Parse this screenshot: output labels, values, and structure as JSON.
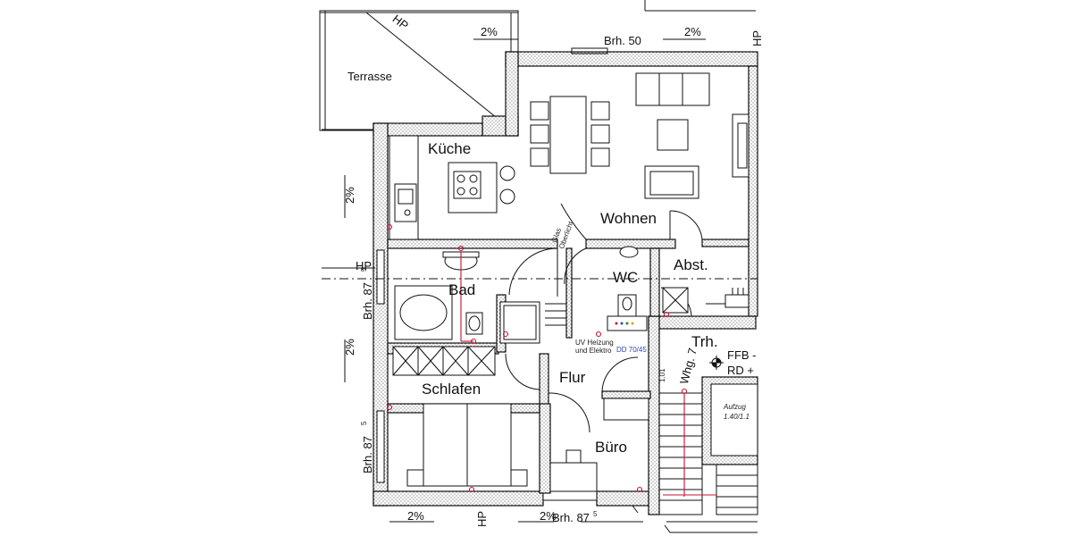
{
  "rooms": {
    "terrasse": "Terrasse",
    "kueche": "Küche",
    "wohnen": "Wohnen",
    "bad": "Bad",
    "wc": "WC",
    "abst": "Abst.",
    "trh": "Trh.",
    "flur": "Flur",
    "schlafen": "Schlafen",
    "buero": "Büro"
  },
  "annotations": {
    "hp_top_left": "HP",
    "hp_top_right": "HP",
    "hp_left": "HP",
    "hp_bottom": "HP",
    "slope_terrace": "2%",
    "slope_top_right": "2%",
    "slope_left_upper": "2%",
    "slope_left_lower": "2%",
    "slope_bottom_left": "2%",
    "slope_bottom_mid": "2%",
    "brh_top": "Brh. 50",
    "brh_left_upper": "Brh. 87",
    "brh_left_upper_sup": "5",
    "brh_left_lower": "Brh. 87",
    "brh_left_lower_sup": "5",
    "brh_bottom": "Brh. 87",
    "brh_bottom_sup": "5",
    "glass_line1": "Glas",
    "glass_line2": "Oberlicht",
    "uv_line1": "UV Heizung",
    "uv_line2": "und Elektro",
    "dd": "DD 70/45",
    "wohnung": "Whg. 7",
    "door_no": "1.01",
    "ffb": "FFB -",
    "rd": "RD +",
    "aufzug_line1": "Aufzug",
    "aufzug_line2": "1.40/1.1"
  }
}
